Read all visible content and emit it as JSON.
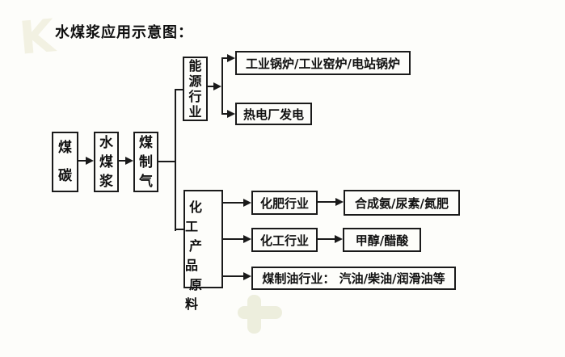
{
  "title": "水煤浆应用示意图：",
  "flow": {
    "chain": [
      {
        "label": "煤碳"
      },
      {
        "label": "水煤浆"
      },
      {
        "label": "煤制气"
      }
    ],
    "energy": {
      "label": "能源行业",
      "boiler": "工业锅炉/工业窑炉/电站锅炉",
      "thermal": "热电厂发电"
    },
    "chemical": {
      "lines": [
        "化工",
        "产品",
        "原料"
      ],
      "fertilizer_industry": "化肥行业",
      "fertilizer_products": "合成氨/尿素/氮肥",
      "chemical_industry": "化工行业",
      "chemical_products": "甲醇/醋酸",
      "coal_to_oil": "煤制油行业： 汽油/柴油/润滑油等"
    }
  },
  "colors": {
    "line": "#1a1a1a",
    "box_border": "#1a1a1a",
    "background": "#fdfdfa",
    "watermark": "#f2f1e2"
  },
  "decor": {
    "blob_glyph": "K"
  }
}
